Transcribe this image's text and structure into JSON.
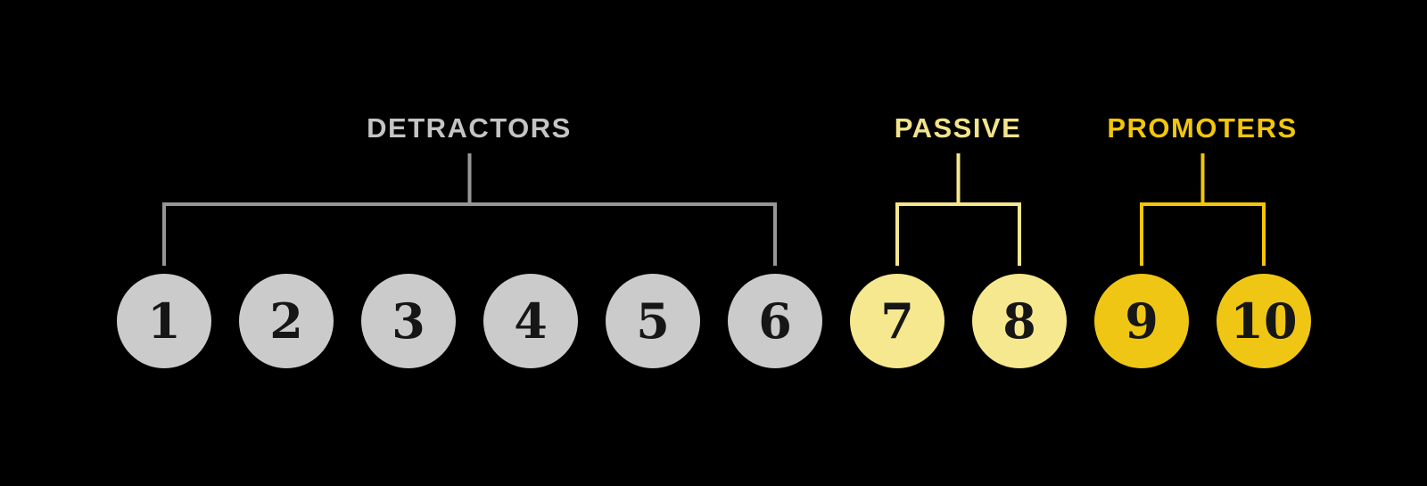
{
  "diagram": {
    "description": "NPS 1-10 rating scale grouped into Detractors, Passive and Promoters"
  },
  "groups": [
    {
      "id": "detractors",
      "label": "DETRACTORS",
      "range": "1-6"
    },
    {
      "id": "passive",
      "label": "PASSIVE",
      "range": "7-8"
    },
    {
      "id": "promoters",
      "label": "PROMOTERS",
      "range": "9-10"
    }
  ],
  "scale": {
    "items": [
      {
        "value": "1",
        "group": "detractors"
      },
      {
        "value": "2",
        "group": "detractors"
      },
      {
        "value": "3",
        "group": "detractors"
      },
      {
        "value": "4",
        "group": "detractors"
      },
      {
        "value": "5",
        "group": "detractors"
      },
      {
        "value": "6",
        "group": "detractors"
      },
      {
        "value": "7",
        "group": "passive"
      },
      {
        "value": "8",
        "group": "passive"
      },
      {
        "value": "9",
        "group": "promoters"
      },
      {
        "value": "10",
        "group": "promoters"
      }
    ]
  },
  "colors": {
    "background": "#000000",
    "detractors-label": "#C4C4C4",
    "detractors-line": "#969696",
    "detractors-circle": "#CBCBCB",
    "passive-label": "#F2E38C",
    "passive-line": "#F5E68C",
    "passive-circle": "#F6E88F",
    "promoters-label": "#F2C60B",
    "promoters-line": "#F2C604",
    "promoters-circle": "#EFC614",
    "circle-number": "#161616"
  }
}
